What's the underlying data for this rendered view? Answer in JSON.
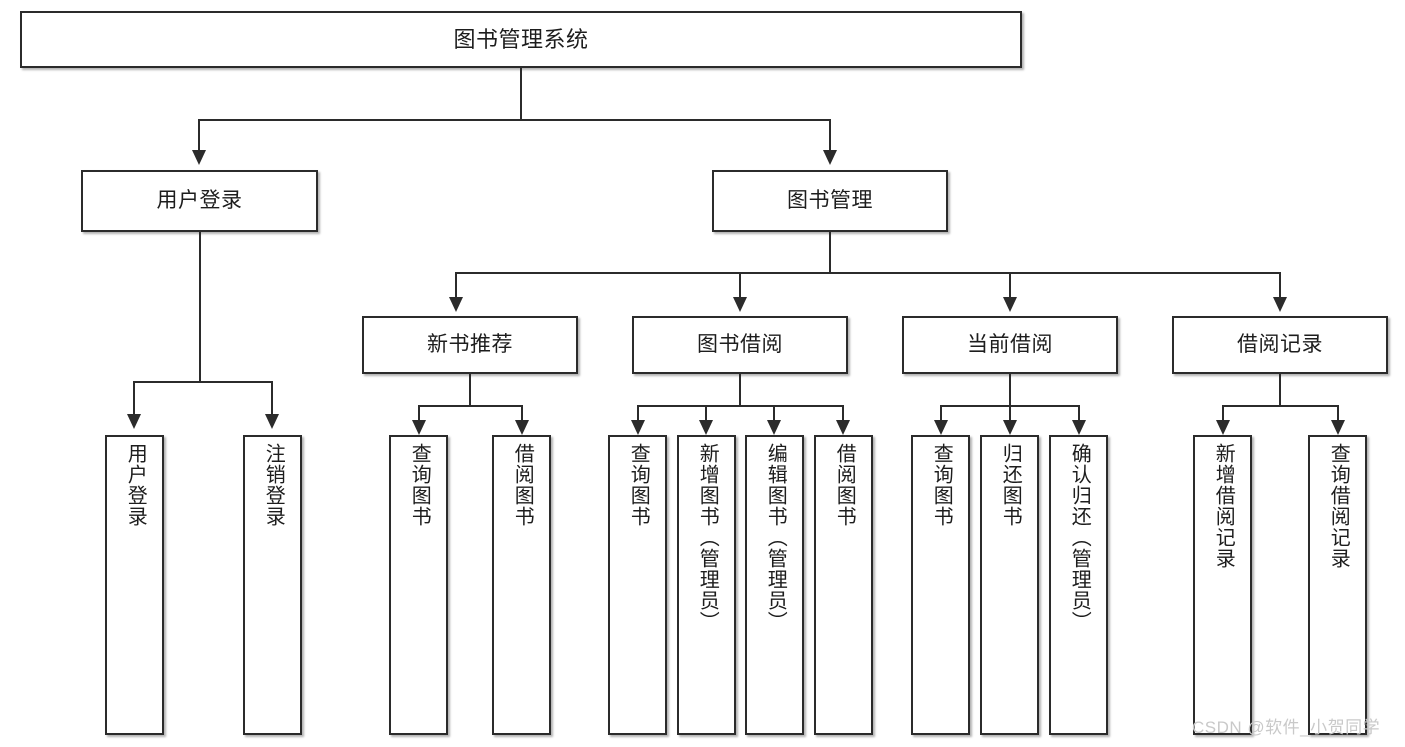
{
  "diagram": {
    "type": "tree-hierarchy",
    "title": "图书管理系统",
    "root": {
      "id": "root",
      "label": "图书管理系统",
      "orientation": "horizontal"
    },
    "level2": [
      {
        "id": "user-login",
        "label": "用户登录",
        "orientation": "horizontal"
      },
      {
        "id": "book-management",
        "label": "图书管理",
        "orientation": "horizontal"
      }
    ],
    "level3": [
      {
        "id": "new-book-recommend",
        "label": "新书推荐",
        "orientation": "horizontal",
        "parent": "book-management"
      },
      {
        "id": "book-borrow",
        "label": "图书借阅",
        "orientation": "horizontal",
        "parent": "book-management"
      },
      {
        "id": "current-borrow",
        "label": "当前借阅",
        "orientation": "horizontal",
        "parent": "book-management"
      },
      {
        "id": "borrow-record",
        "label": "借阅记录",
        "orientation": "horizontal",
        "parent": "book-management"
      }
    ],
    "leaves": [
      {
        "id": "leaf-user-login",
        "label": "用户登录",
        "parent": "user-login",
        "orientation": "vertical"
      },
      {
        "id": "leaf-user-logout",
        "label": "注销登录",
        "parent": "user-login",
        "orientation": "vertical"
      },
      {
        "id": "leaf-query-book-1",
        "label": "查询图书",
        "parent": "new-book-recommend",
        "orientation": "vertical"
      },
      {
        "id": "leaf-borrow-book-1",
        "label": "借阅图书",
        "parent": "new-book-recommend",
        "orientation": "vertical"
      },
      {
        "id": "leaf-query-book-2",
        "label": "查询图书",
        "parent": "book-borrow",
        "orientation": "vertical"
      },
      {
        "id": "leaf-add-book",
        "label": "新增图书（管理员）",
        "parent": "book-borrow",
        "orientation": "vertical"
      },
      {
        "id": "leaf-edit-book",
        "label": "编辑图书（管理员）",
        "parent": "book-borrow",
        "orientation": "vertical"
      },
      {
        "id": "leaf-borrow-book-2",
        "label": "借阅图书",
        "parent": "book-borrow",
        "orientation": "vertical"
      },
      {
        "id": "leaf-query-book-3",
        "label": "查询图书",
        "parent": "current-borrow",
        "orientation": "vertical"
      },
      {
        "id": "leaf-return-book",
        "label": "归还图书",
        "parent": "current-borrow",
        "orientation": "vertical"
      },
      {
        "id": "leaf-confirm-return",
        "label": "确认归还（管理员）",
        "parent": "current-borrow",
        "orientation": "vertical"
      },
      {
        "id": "leaf-add-record",
        "label": "新增借阅记录",
        "parent": "borrow-record",
        "orientation": "vertical"
      },
      {
        "id": "leaf-query-record",
        "label": "查询借阅记录",
        "parent": "borrow-record",
        "orientation": "vertical"
      }
    ]
  },
  "watermark": {
    "text": "CSDN @软件_小贺同学"
  },
  "colors": {
    "stroke": "#2b2b2b",
    "fill": "#ffffff",
    "text": "#1d1d1d",
    "watermark": "#c9c9c9"
  }
}
